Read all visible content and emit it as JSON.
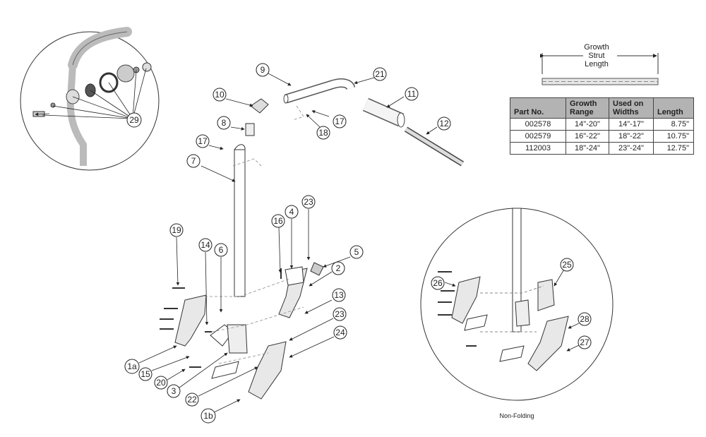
{
  "strut": {
    "line1": "Growth",
    "line2": "Strut",
    "line3": "Length"
  },
  "table": {
    "headers": [
      "Part No.",
      "Growth Range",
      "Used on Widths",
      "Length"
    ],
    "rows": [
      [
        "002578",
        "14\"-20\"",
        "14\"-17\"",
        "8.75\""
      ],
      [
        "002579",
        "16\"-22\"",
        "18\"-22\"",
        "10.75\""
      ],
      [
        "112003",
        "18\"-24\"",
        "23\"-24\"",
        "12.75\""
      ]
    ]
  },
  "nonfolding_label": "Non-Folding",
  "callouts": {
    "c1": "9",
    "c2": "21",
    "c3": "10",
    "c4": "11",
    "c5": "8",
    "c6": "17",
    "c7": "18",
    "c8": "12",
    "c9": "17",
    "c10": "7",
    "c11": "29",
    "c12": "4",
    "c13": "23",
    "c14": "16",
    "c15": "5",
    "c16": "2",
    "c17": "19",
    "c18": "14",
    "c19": "6",
    "c20": "13",
    "c21": "23",
    "c22": "24",
    "c23": "1a",
    "c24": "15",
    "c25": "20",
    "c26": "3",
    "c27": "22",
    "c28": "1b",
    "c29": "25",
    "c30": "26",
    "c31": "28",
    "c32": "27"
  }
}
